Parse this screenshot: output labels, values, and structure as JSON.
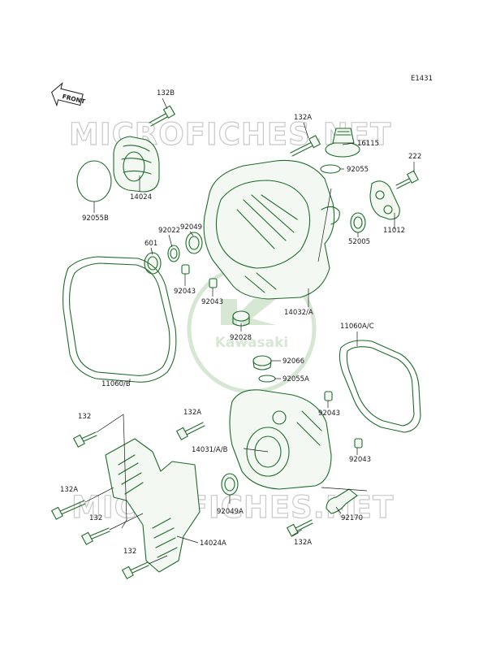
{
  "diagram_code": "E1431",
  "front_label": "FRONT",
  "watermark": "MICROFICHES.NET",
  "logo_text": "Kawasaki",
  "colors": {
    "line": "#1e6b2a",
    "watermark": "#c9c9c9",
    "logo": "#d6e7d3"
  },
  "callouts": {
    "c132B": "132B",
    "c132A_top": "132A",
    "c16115": "16115",
    "c222": "222",
    "c92055": "92055",
    "c14024": "14024",
    "c92055B": "92055B",
    "c11012": "11012",
    "c92049": "92049",
    "c92022": "92022",
    "c52005": "52005",
    "c601": "601",
    "c92043_a": "92043",
    "c92043_b": "92043",
    "c14032A": "14032/A",
    "c92028": "92028",
    "c11060AC": "11060A/C",
    "c92066": "92066",
    "c92055A": "92055A",
    "c11060B": "11060/B",
    "c132A_mid": "132A",
    "c92043_c": "92043",
    "c132_a": "132",
    "c14031AB": "14031/A/B",
    "c92043_d": "92043",
    "c132A_left": "132A",
    "c92049A": "92049A",
    "c92170": "92170",
    "c132_b": "132",
    "c132A_bot": "132A",
    "c14024A": "14024A",
    "c132_c": "132"
  }
}
